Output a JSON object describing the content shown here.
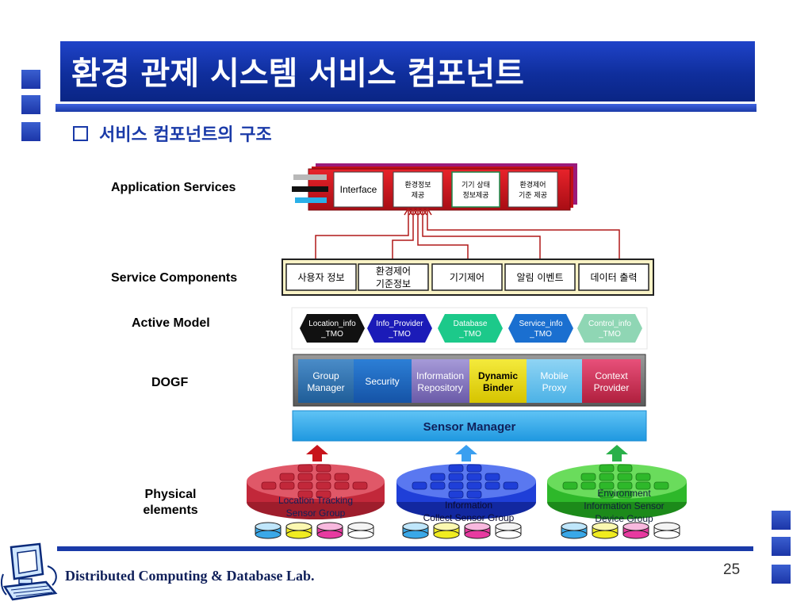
{
  "slide": {
    "title": "환경 관제 시스템 서비스 컴포넌트",
    "subtitle": "서비스 컴포넌트의 구조",
    "footer": "Distributed Computing & Database Lab.",
    "page_number": "25"
  },
  "layers": {
    "application": "Application Services",
    "service": "Service Components",
    "active": "Active Model",
    "dogf": "DOGF",
    "physical": "Physical elements"
  },
  "app_services": {
    "interface": "Interface",
    "env_info": [
      "환경정보",
      "제공"
    ],
    "device_status": [
      "기기 상태",
      "정보제공"
    ],
    "env_control": [
      "환경제어",
      "기준 제공"
    ]
  },
  "service_components": {
    "user_info": "사용자 정보",
    "env_standard": [
      "환경제어",
      "기준정보"
    ],
    "device_control": "기기제어",
    "alarm_event": "알림 이벤트",
    "data_output": "데이터 출력"
  },
  "active_model": {
    "location": [
      "Location_info",
      "_TMO"
    ],
    "info_provider": [
      "Info_Provider",
      "_TMO"
    ],
    "database": [
      "Database",
      "_TMO"
    ],
    "service_info": [
      "Service_info",
      "_TMO"
    ],
    "control_info": [
      "Control_info",
      "_TMO"
    ]
  },
  "dogf": {
    "group_manager": [
      "Group",
      "Manager"
    ],
    "security": "Security",
    "info_repo": [
      "Information",
      "Repository"
    ],
    "dynamic_binder": [
      "Dynamic",
      "Binder"
    ],
    "mobile_proxy": [
      "Mobile",
      "Proxy"
    ],
    "context_provider": [
      "Context",
      "Provider"
    ]
  },
  "sensor_manager": "Sensor Manager",
  "sensor_groups": {
    "location": [
      "Location Tracking",
      "Sensor Group"
    ],
    "info": [
      "Information",
      "Collect Sensor Group"
    ],
    "env": [
      "Environment",
      "Information Sensor",
      "Device Group"
    ]
  },
  "colors": {
    "title_blue": "#1a3aa8",
    "app_red": "#d0121b",
    "connector_red": "#b01818",
    "sensor_manager": "#2aa8ee",
    "group_red": "#c2283a",
    "group_blue": "#1f3fd8",
    "group_green": "#2eb82a"
  }
}
